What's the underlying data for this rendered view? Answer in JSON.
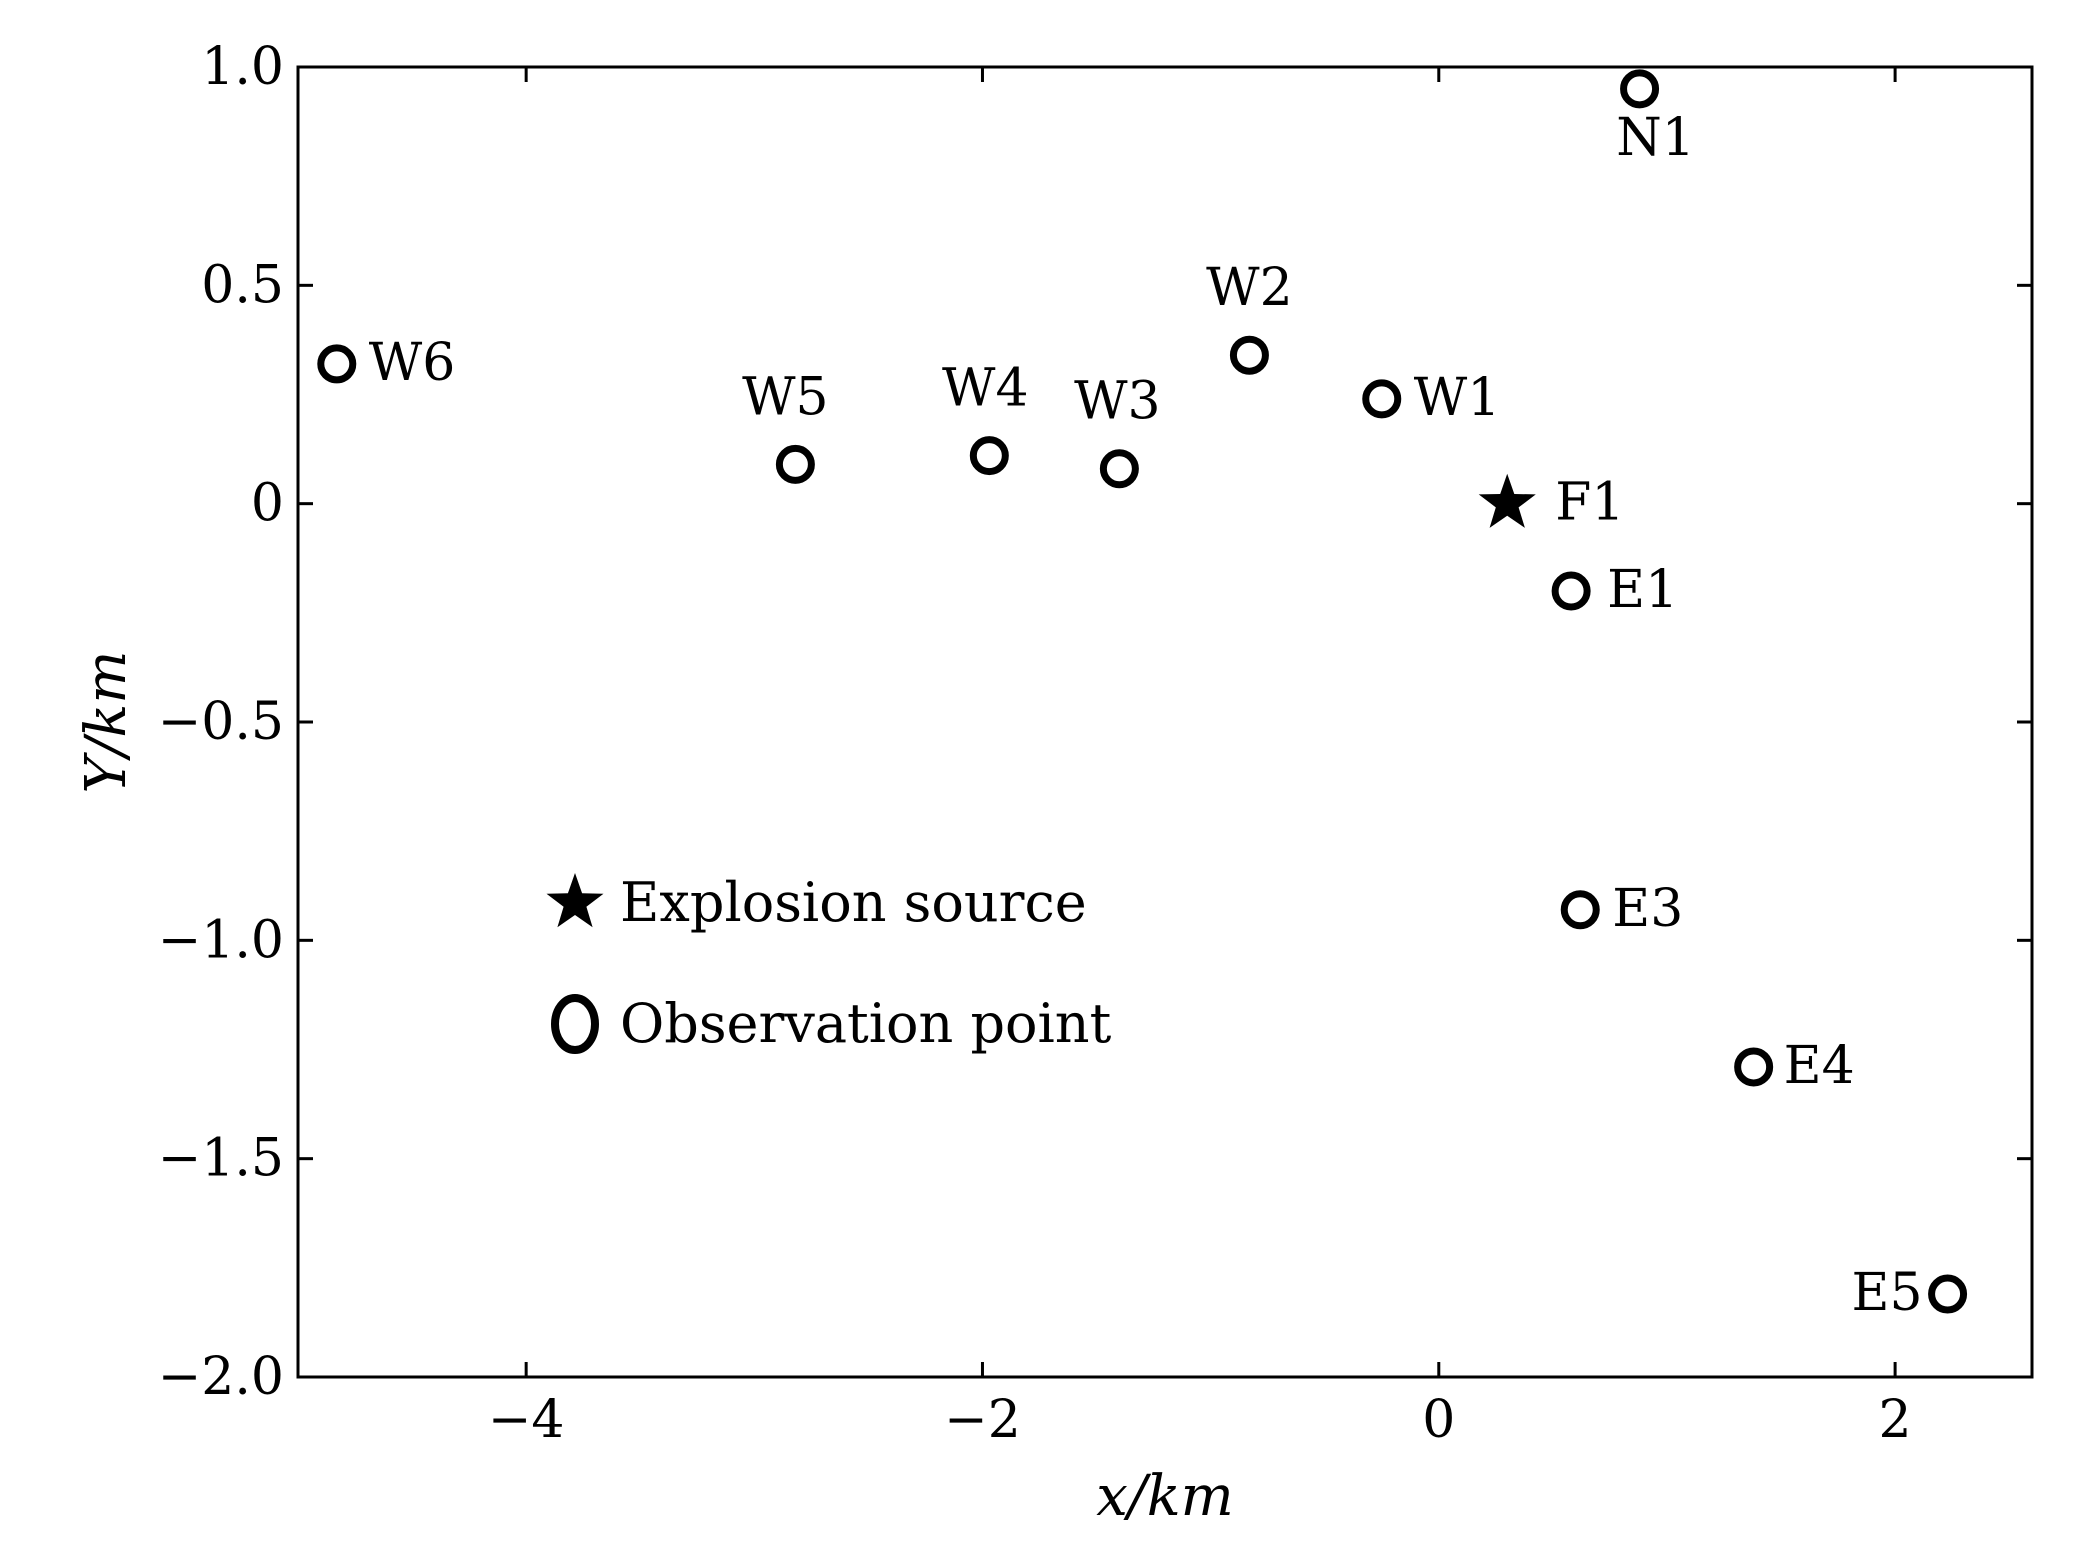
{
  "chart_data": {
    "type": "scatter",
    "title": "",
    "xlabel": "x/km",
    "ylabel": "Y/km",
    "xlim": [
      -5,
      2.6
    ],
    "ylim": [
      -2.0,
      1.0
    ],
    "xticks": [
      -4,
      -2,
      0,
      2
    ],
    "xtick_labels": [
      "−4",
      "−2",
      "0",
      "2"
    ],
    "yticks": [
      1.0,
      0.5,
      0,
      -0.5,
      -1.0,
      -1.5,
      -2.0
    ],
    "ytick_labels": [
      "1.0",
      "0.5",
      "0",
      "−0.5",
      "−1.0",
      "−1.5",
      "−2.0"
    ],
    "grid": false,
    "legend_position": "lower-left",
    "series": [
      {
        "name": "Explosion source",
        "marker": "star",
        "color": "#000000",
        "points": [
          {
            "label": "F1",
            "x": 0.3,
            "y": 0.0
          }
        ]
      },
      {
        "name": "Observation point",
        "marker": "open-circle",
        "color": "#000000",
        "points": [
          {
            "label": "N1",
            "x": 0.88,
            "y": 0.95
          },
          {
            "label": "W1",
            "x": -0.25,
            "y": 0.24
          },
          {
            "label": "W2",
            "x": -0.83,
            "y": 0.34
          },
          {
            "label": "W3",
            "x": -1.4,
            "y": 0.08
          },
          {
            "label": "W4",
            "x": -1.97,
            "y": 0.11
          },
          {
            "label": "W5",
            "x": -2.82,
            "y": 0.09
          },
          {
            "label": "W6",
            "x": -4.83,
            "y": 0.32
          },
          {
            "label": "E1",
            "x": 0.58,
            "y": -0.2
          },
          {
            "label": "E3",
            "x": 0.62,
            "y": -0.93
          },
          {
            "label": "E4",
            "x": 1.38,
            "y": -1.29
          },
          {
            "label": "E5",
            "x": 2.23,
            "y": -1.81
          }
        ]
      }
    ]
  }
}
